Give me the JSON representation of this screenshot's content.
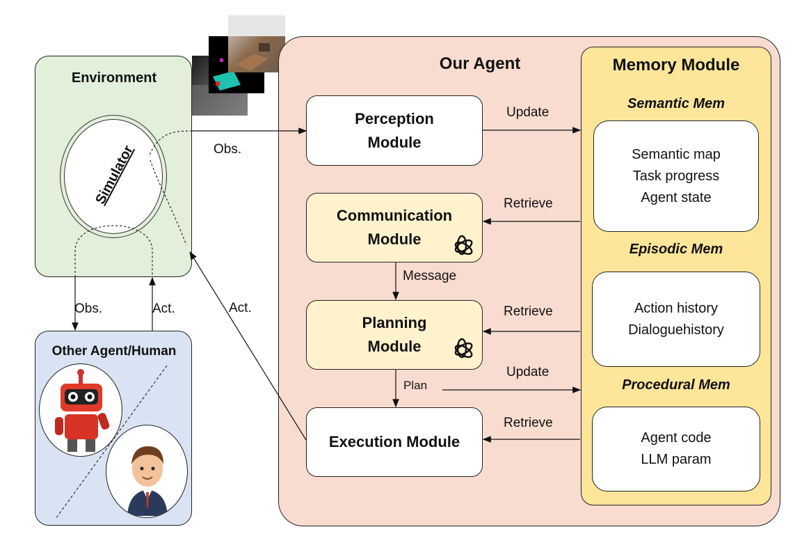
{
  "environment": {
    "title": "Environment",
    "simulator_label": "Simulator"
  },
  "other_agents": {
    "title": "Other Agent/Human"
  },
  "agent": {
    "title": "Our Agent"
  },
  "modules": {
    "perception": [
      "Perception",
      "Module"
    ],
    "communication": [
      "Communication",
      "Module"
    ],
    "planning": [
      "Planning",
      "Module"
    ],
    "execution": "Execution Module"
  },
  "memory": {
    "title": "Memory Module",
    "semantic": {
      "title": "Semantic Mem",
      "items": [
        "Semantic map",
        "Task progress",
        "Agent state"
      ]
    },
    "episodic": {
      "title": "Episodic Mem",
      "items": [
        "Action history",
        "Dialoguehistory"
      ]
    },
    "procedural": {
      "title": "Procedural Mem",
      "items": [
        "Agent code",
        "LLM param"
      ]
    }
  },
  "arrows": {
    "obs_env_to_agent": "Obs.",
    "update_perception": "Update",
    "retrieve_communication": "Retrieve",
    "message": "Message",
    "retrieve_planning": "Retrieve",
    "plan": "Plan",
    "update_plan": "Update",
    "retrieve_execution": "Retrieve",
    "act_execution": "Act.",
    "obs_env_to_other": "Obs.",
    "act_other_to_env": "Act."
  },
  "colors": {
    "environment_bg": "#e2efda",
    "other_agents_bg": "#dae3f3",
    "agent_bg": "#f8dccf",
    "memory_bg": "#fde59a",
    "llm_module_bg": "#fff2cc"
  },
  "icons": [
    "simulator-screenshot-icon",
    "openai-logo-icon",
    "robot-avatar-icon",
    "human-avatar-icon"
  ]
}
